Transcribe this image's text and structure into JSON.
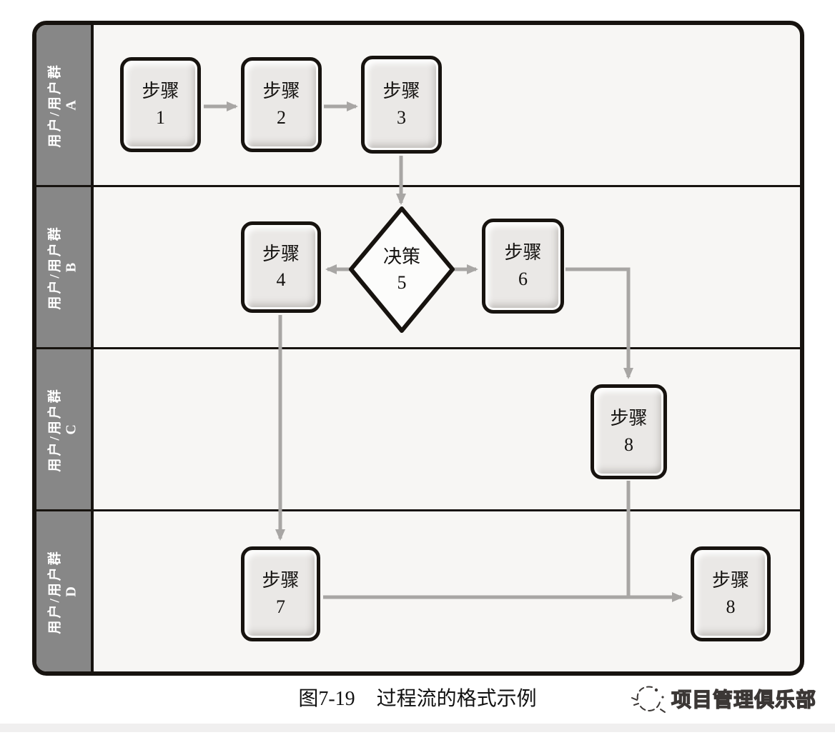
{
  "figure": {
    "lanes": [
      {
        "label": "用户/用户群",
        "letter": "A"
      },
      {
        "label": "用户/用户群",
        "letter": "B"
      },
      {
        "label": "用户/用户群",
        "letter": "C"
      },
      {
        "label": "用户/用户群",
        "letter": "D"
      }
    ],
    "nodes": {
      "step1": {
        "title": "步骤",
        "num": "1"
      },
      "step2": {
        "title": "步骤",
        "num": "2"
      },
      "step3": {
        "title": "步骤",
        "num": "3"
      },
      "step4": {
        "title": "步骤",
        "num": "4"
      },
      "decision5": {
        "title": "决策",
        "num": "5"
      },
      "step6": {
        "title": "步骤",
        "num": "6"
      },
      "step7": {
        "title": "步骤",
        "num": "7"
      },
      "step8c": {
        "title": "步骤",
        "num": "8"
      },
      "step8d": {
        "title": "步骤",
        "num": "8"
      }
    },
    "edges": [
      {
        "from": "step1",
        "to": "step2"
      },
      {
        "from": "step2",
        "to": "step3"
      },
      {
        "from": "step3",
        "to": "decision5"
      },
      {
        "from": "decision5",
        "to": "step4"
      },
      {
        "from": "decision5",
        "to": "step6"
      },
      {
        "from": "step6",
        "to": "step8c"
      },
      {
        "from": "step4",
        "to": "step7"
      },
      {
        "from": "step8c",
        "to": "step8d"
      },
      {
        "from": "step7",
        "to": "step8d"
      }
    ]
  },
  "caption": {
    "figure_number": "图7-19",
    "title": "过程流的格式示例"
  },
  "brand": {
    "name": "项目管理俱乐部"
  },
  "colors": {
    "lane_label_bg": "#878787",
    "lane_bg": "#f7f6f4",
    "node_fill": "#eae8e6",
    "node_border": "#17130f",
    "arrow": "#a8a6a4",
    "label_text": "#ffffff"
  }
}
